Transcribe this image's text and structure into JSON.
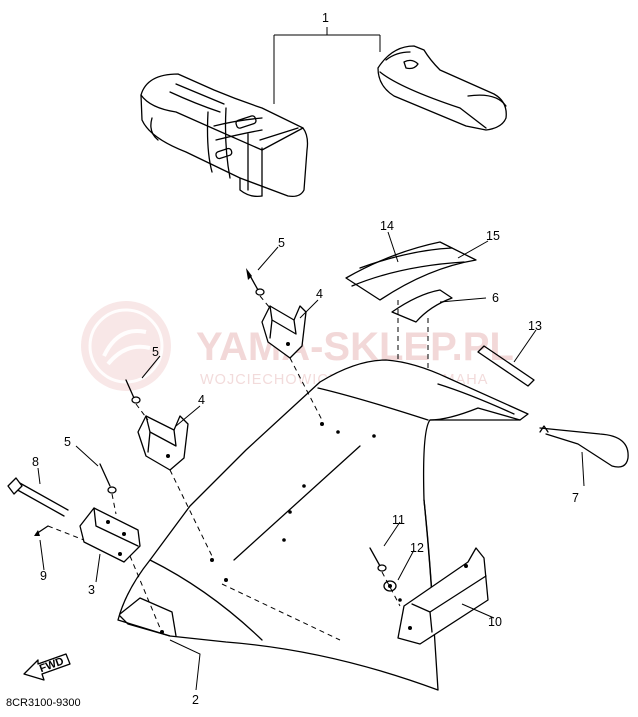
{
  "diagram": {
    "code": "8CR3100-9300",
    "fwd_label": "FWD",
    "watermark": {
      "title": "YAMA-SKLEP.PL",
      "subtitle": "WOJCIECHOWICZ | DEALER YAMAHA"
    },
    "callouts": [
      {
        "id": "c1",
        "text": "1"
      },
      {
        "id": "c2",
        "text": "2"
      },
      {
        "id": "c3",
        "text": "3"
      },
      {
        "id": "c4a",
        "text": "4"
      },
      {
        "id": "c4b",
        "text": "4"
      },
      {
        "id": "c5a",
        "text": "5"
      },
      {
        "id": "c5b",
        "text": "5"
      },
      {
        "id": "c5c",
        "text": "5"
      },
      {
        "id": "c6",
        "text": "6"
      },
      {
        "id": "c7",
        "text": "7"
      },
      {
        "id": "c8",
        "text": "8"
      },
      {
        "id": "c9",
        "text": "9"
      },
      {
        "id": "c10",
        "text": "10"
      },
      {
        "id": "c11",
        "text": "11"
      },
      {
        "id": "c12",
        "text": "12"
      },
      {
        "id": "c13",
        "text": "13"
      },
      {
        "id": "c14",
        "text": "14"
      },
      {
        "id": "c15",
        "text": "15"
      }
    ]
  }
}
